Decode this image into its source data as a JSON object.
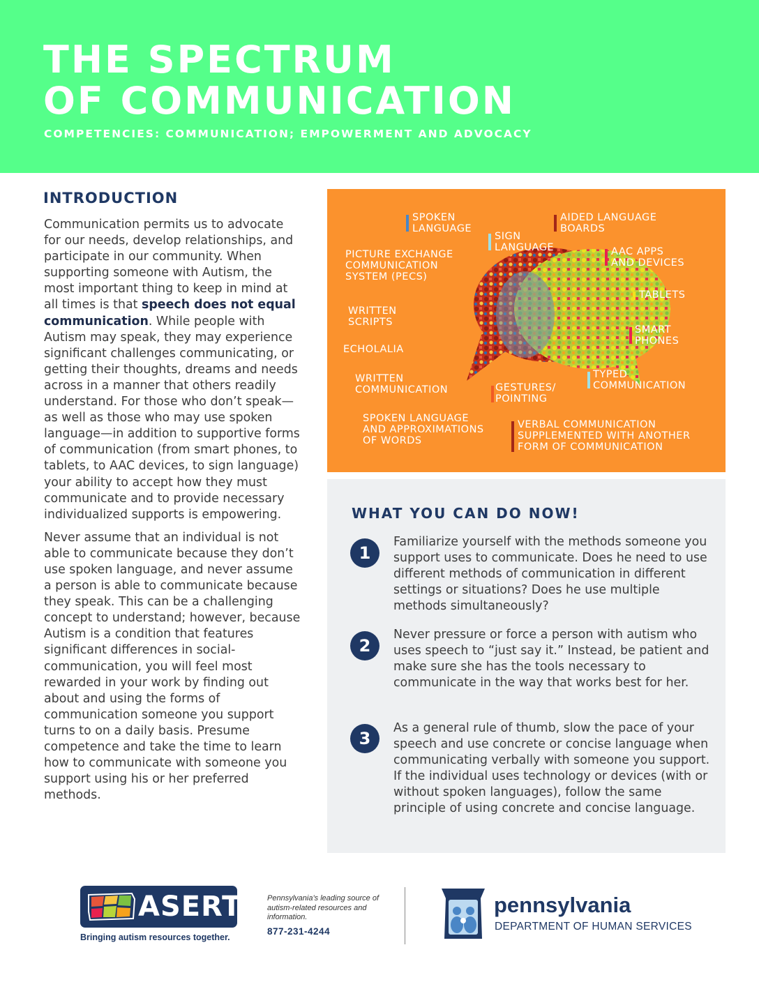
{
  "header": {
    "title_line1": "THE SPECTRUM",
    "title_line2": "OF COMMUNICATION",
    "subtitle": "COMPETENCIES: COMMUNICATION; EMPOWERMENT AND ADVOCACY",
    "background_color": "#55ff8a"
  },
  "introduction": {
    "heading": "INTRODUCTION",
    "p1_start": "Communication permits us to advocate for our needs, develop relationships, and participate in our community. When supporting someone with Autism, the most important thing to keep in mind at all times is that ",
    "p1_bold": "speech does not equal communication",
    "p1_end": ". While people with Autism may speak, they may experience significant challenges communicating, or getting their thoughts, dreams and needs across in a manner that others readily understand. For those who don’t speak—as well as those who may use spoken language—in addition to supportive forms of communication (from smart phones, to tablets, to AAC devices, to sign language) your ability to accept how they must communicate and to provide necessary individualized supports is empowering.",
    "p2": "Never assume that an individual is not able to communicate because they don’t use spoken language, and never assume a person is able to communicate because they speak. This can be a challenging concept to understand; however, because Autism is a condition that features significant differences in social-communication, you will feel most rewarded in your work by finding out about and using the forms of communication someone you support turns to on a daily basis. Presume competence and take the time to learn how to communicate with someone you support using his or her preferred methods."
  },
  "diagram": {
    "background_color": "#fb922d",
    "icon": "speech-bubbles-icon",
    "labels": [
      {
        "text": "SPOKEN\nLANGUAGE",
        "bar_color": "#4a86c6"
      },
      {
        "text": "AIDED LANGUAGE\nBOARDS",
        "bar_color": "#a32718"
      },
      {
        "text": "SIGN\nLANGUAGE",
        "bar_color": "#9fe0e6"
      },
      {
        "text": "PICTURE EXCHANGE\nCOMMUNICATION\nSYSTEM (PECS)",
        "bar_color": ""
      },
      {
        "text": "AAC APPS\nAND DEVICES",
        "bar_color": "#e8224f"
      },
      {
        "text": "TABLETS",
        "bar_color": "#f0e21d"
      },
      {
        "text": "WRITTEN\nSCRIPTS",
        "bar_color": ""
      },
      {
        "text": "SMART\nPHONES",
        "bar_color": "#e8224f"
      },
      {
        "text": "ECHOLALIA",
        "bar_color": ""
      },
      {
        "text": "WRITTEN\nCOMMUNICATION",
        "bar_color": ""
      },
      {
        "text": "GESTURES/\nPOINTING",
        "bar_color": "#f15a24"
      },
      {
        "text": "TYPED\nCOMMUNICATION",
        "bar_color": "#9fe0e6"
      },
      {
        "text": "SPOKEN LANGUAGE\nAND APPROXIMATIONS\nOF WORDS",
        "bar_color": ""
      },
      {
        "text": "VERBAL COMMUNICATION\nSUPPLEMENTED WITH ANOTHER\nFORM OF COMMUNICATION",
        "bar_color": "#a32718"
      }
    ]
  },
  "actions": {
    "heading": "WHAT YOU CAN DO NOW!",
    "steps": [
      {
        "number": "1",
        "text": "Familiarize yourself with the methods someone you support uses to communicate. Does he need to use different methods of communication in different settings or situations? Does he use multiple methods simultaneously?"
      },
      {
        "number": "2",
        "text": "Never pressure or force a person with autism who uses speech to “just say it.” Instead, be patient and make sure she has the tools necessary to communicate in the way that works best for her."
      },
      {
        "number": "3",
        "text": "As a general rule of thumb, slow the pace of your speech and use concrete or concise language when communicating verbally with someone you support. If the individual uses technology or devices (with or without spoken languages), follow the same principle of using concrete and concise language."
      }
    ]
  },
  "footer": {
    "asert_logo_text": "ASERT",
    "asert_tagline": "Bringing autism resources together.",
    "source_text": "Pennsylvania’s leading source of autism-related resources and information.",
    "phone": "877-231-4244",
    "pa_name": "pennsylvania",
    "pa_department": "DEPARTMENT OF HUMAN SERVICES",
    "brand_color": "#1f3864"
  }
}
